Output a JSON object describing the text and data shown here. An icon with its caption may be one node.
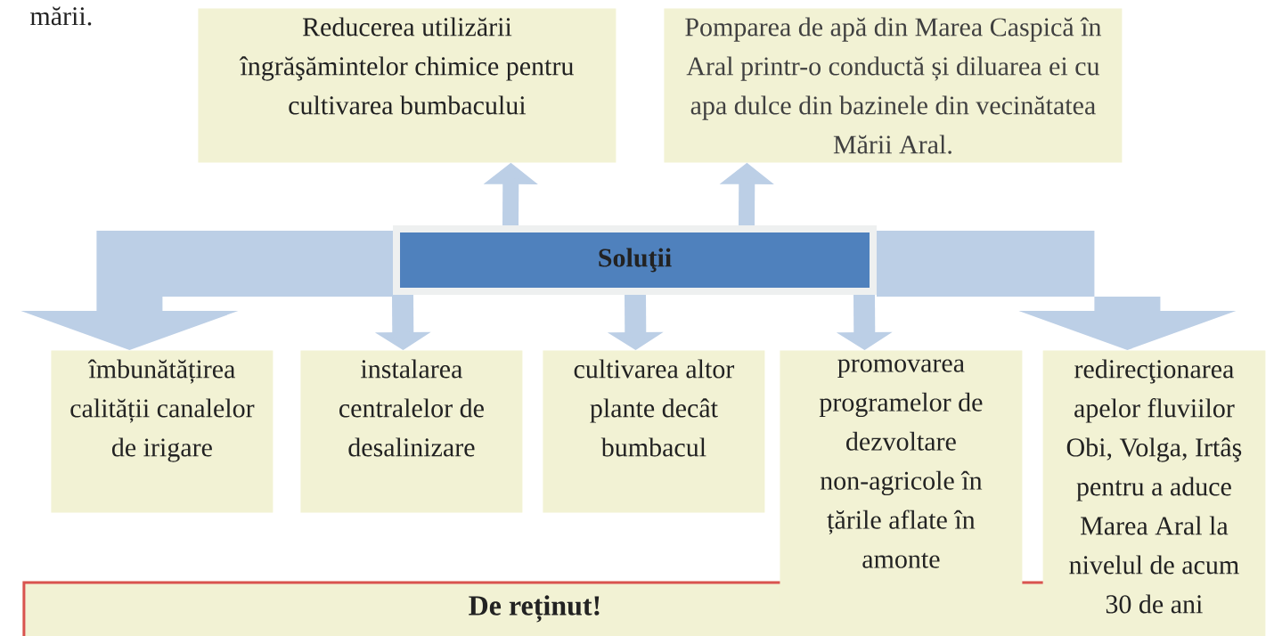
{
  "diagram": {
    "nodes": [
      {
        "text": [
          "Soluţii"
        ]
      },
      {
        "text": [
          "Reducerea utilizării îngrăşămintelor chimice pentru cultivarea bumbacului"
        ]
      },
      {
        "text": [
          "Pomparea de apă din Marea Caspică în Aral printr-o conductă și diluarea ei cu apa dulce din bazinele din vecinătatea Mării Aral."
        ]
      },
      {
        "text": [
          "îmbunătățirea calității canalelor de irigare"
        ]
      },
      {
        "text": [
          "instalarea centralelor de desalinizare"
        ]
      },
      {
        "text": [
          "cultivarea altor plante decât bumbacul"
        ]
      },
      {
        "text": [
          "promovarea programelor de dezvoltare non-agricole în țările aflate în amonte"
        ]
      },
      {
        "text": [
          "redirecţionarea apelor fluviilor Obi, Volga, Irtâş pentru a aduce Marea Aral la nivelul de acum 30 de ani"
        ]
      },
      {
        "text": [
          "De reținut!"
        ]
      }
    ],
    "edges": [
      {
        "from": 0,
        "to": 1,
        "arrow": "to"
      },
      {
        "from": 0,
        "to": 2,
        "arrow": "to"
      },
      {
        "from": 0,
        "to": 3,
        "arrow": "to",
        "style": "thick"
      },
      {
        "from": 0,
        "to": 4,
        "arrow": "to"
      },
      {
        "from": 0,
        "to": 5,
        "arrow": "to"
      },
      {
        "from": 0,
        "to": 6,
        "arrow": "to"
      },
      {
        "from": 0,
        "to": 7,
        "arrow": "to",
        "style": "thick"
      }
    ],
    "labels": [
      "mării."
    ]
  }
}
